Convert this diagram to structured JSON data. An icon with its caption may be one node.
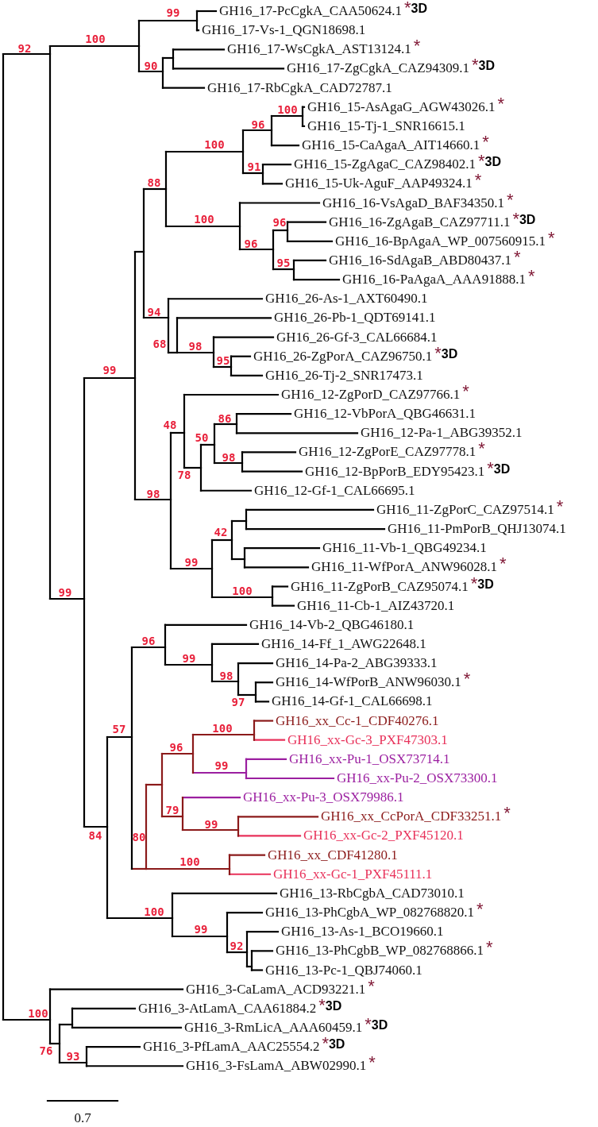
{
  "diagram": {
    "labels": [
      "99",
      "GH16_17-PcCgkA_CAA50624.1",
      "*",
      "3D",
      "GH16_17-Vs-1_QGN18698.1",
      "100",
      "GH16_17-WsCgkA_AST13124.1",
      "*",
      "92",
      "90",
      "GH16_17-ZgCgkA_CAZ94309.1",
      "*",
      "3D",
      "GH16_17-RbCgkA_CAD72787.1",
      "100",
      "GH16_15-AsAgaG_AGW43026.1",
      "*",
      "96",
      "GH16_15-Tj-1_SNR16615.1",
      "100",
      "GH16_15-CaAgaA_AIT14660.1",
      "*",
      "91",
      "GH16_15-ZgAgaC_CAZ98402.1",
      "*",
      "3D",
      "88",
      "GH16_15-Uk-AguF_AAP49324.1",
      "*",
      "GH16_16-VsAgaD_BAF34350.1",
      "*",
      "100",
      "GH16_16-ZgAgaB_CAZ97711.1",
      "*",
      "3D",
      "96",
      "GH16_16-BpAgaA_WP_007560915.1",
      "*",
      "96",
      "GH16_16-SdAgaB_ABD80437.1",
      "*",
      "95",
      "GH16_16-PaAgaA_AAA91888.1",
      "*",
      "GH16_26-As-1_AXT60490.1",
      "94",
      "GH16_26-Pb-1_QDT69141.1",
      "GH16_26-Gf-3_CAL66684.1",
      "68",
      "98",
      "GH16_26-ZgPorA_CAZ96750.1",
      "*",
      "3D",
      "95",
      "99",
      "GH16_26-Tj-2_SNR17473.1",
      "GH16_12-ZgPorD_CAZ97766.1",
      "*",
      "86",
      "48",
      "GH16_12-VbPorA_QBG46631.1",
      "GH16_12-Pa-1_ABG39352.1",
      "50",
      "GH16_12-ZgPorE_CAZ97778.1",
      "*",
      "98",
      "GH16_12-BpPorB_EDY95423.1",
      "*",
      "3D",
      "78",
      "GH16_12-Gf-1_CAL66695.1",
      "98",
      "GH16_11-ZgPorC_CAZ97514.1",
      "*",
      "GH16_11-PmPorB_QHJ13074.1",
      "42",
      "GH16_11-Vb-1_QBG49234.1",
      "99",
      "GH16_11-WfPorA_ANW96028.1",
      "*",
      "GH16_11-ZgPorB_CAZ95074.1",
      "*",
      "3D",
      "100",
      "99",
      "GH16_11-Cb-1_AIZ43720.1",
      "GH16_14-Vb-2_QBG46180.1",
      "96",
      "GH16_14-Ff_1_AWG22648.1",
      "99",
      "GH16_14-Pa-2_ABG39333.1",
      "98",
      "GH16_14-WfPorB_ANW96030.1",
      "*",
      "97",
      "GH16_14-Gf-1_CAL66698.1",
      "GH16_xx_Cc-1_CDF40276.1",
      "100",
      "57",
      "GH16_xx-Gc-3_PXF47303.1",
      "96",
      "GH16_xx-Pu-1_OSX73714.1",
      "99",
      "GH16_xx-Pu-2_OSX73300.1",
      "GH16_xx-Pu-3_OSX79986.1",
      "79",
      "GH16_xx_CcPorA_CDF33251.1",
      "*",
      "99",
      "84",
      "80",
      "GH16_xx-Gc-2_PXF45120.1",
      "GH16_xx_CDF41280.1",
      "100",
      "GH16_xx-Gc-1_PXF45111.1",
      "GH16_13-RbCgbA_CAD73010.1",
      "100",
      "GH16_13-PhCgbA_WP_082768820.1",
      "*",
      "99",
      "GH16_13-As-1_BCO19660.1",
      "92",
      "GH16_13-PhCgbB_WP_082768866.1",
      "*",
      "GH16_13-Pc-1_QBJ74060.1",
      "GH16_3-CaLamA_ACD93221.1",
      "*",
      "GH16_3-AtLamA_CAA61884.2",
      "*",
      "3D",
      "100",
      "GH16_3-RmLicA_AAA60459.1",
      "*",
      "3D",
      "76",
      "93",
      "GH16_3-PfLamA_AAC25554.2",
      "*",
      "3D",
      "GH16_3-FsLamA_ABW02990.1",
      "*",
      "0.7"
    ]
  }
}
